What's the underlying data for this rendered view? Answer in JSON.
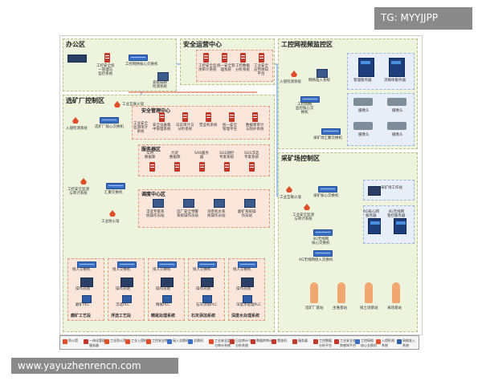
{
  "watermark_top": "TG: MYYJJPP",
  "watermark_bottom": "www.yayuzhenrencn.com",
  "zones": {
    "office": "办公区",
    "security_center": "安全运营中心",
    "ics_video": "工控网视频监控区",
    "plant_control": "选矿厂控制区",
    "security_manage_sub": "安全管理中心",
    "service_zone": "服务器区",
    "dispatch_center": "调度中心区",
    "mining_control": "采矿场控制区"
  },
  "office": {
    "server_label": "工控安全统\n一管理与\n监控系统",
    "core_switch": "工控网络核心交换机",
    "office_pc": "高级威胁\n检测系统"
  },
  "security_center": {
    "items": [
      "工控安全监\n测审计系统",
      "统一安全管\n理系统",
      "工控数据\n分析系统",
      "工业安全\n态势感知\n平台"
    ]
  },
  "ics_video": {
    "ids": "入侵检测系统",
    "core": "网络准入系统",
    "monitor": "工控网络\n监控核心交\n换机",
    "nvr1": "管理服务器",
    "nvr2": "流媒体服务器",
    "cam_label": "摄像头",
    "cam_switch": "采矿场汇聚交换机"
  },
  "plant_control": {
    "ids": "入侵检测系统",
    "core_switch": "选矿厂核心交换机",
    "fw_top": "工业互联火墙",
    "mgmt": "工业安全\n监测审计\n系统",
    "sec_items": [
      "安全设备集\n中管理系统",
      "日志审计与\n分析系统",
      "堡垒机系统",
      "统一安全\n管理平台",
      "数据库审计\n与防护系统"
    ],
    "service_items": [
      "实时\n数据库",
      "历史\n数据库",
      "SAS服务\n器",
      "SGS测控\n专家系统",
      "SGS浮选\n专家系统"
    ],
    "audit": "工控安全监测\n与审计系统",
    "agg_switch": "汇聚交换机",
    "fw_mid": "工业防火墙",
    "dispatch_items": [
      "浮选专家系\n统操作员站",
      "选厂安全预警\n系统操作员站",
      "浓密机水系\n统操作员站",
      "磨矿系统操\n作员站"
    ],
    "workshops": [
      "磨矿工艺段",
      "浮选工艺段",
      "精尾处理系统",
      "石灰添加系统",
      "深度水处理系统"
    ],
    "access_switch": "接入交换机",
    "hmi": "操作员站",
    "plc_labels": [
      "磨矿PLC",
      "浮选PLC",
      "精尾PLC",
      "石灰添加PLC",
      "深度水处理PLC"
    ]
  },
  "mining_control": {
    "fw": "工业互联火墙",
    "audit": "工业安全监测\n与审计系统",
    "core_switch": "采矿核心交换机",
    "workstation": "采矿场工作站",
    "server1": "4G核心网\n服务器",
    "server2": "4G无线网\n管控服务器",
    "ring": "4G无线网\n核心交换机",
    "access": "4G无线网接入交换机",
    "towers": [
      "选矿厂基站",
      "主堆基站",
      "排土场基站",
      "采场基站"
    ]
  },
  "legend": [
    "防火墙",
    "一体化管理\n服务器",
    "工业防火墙",
    "工业入侵检测",
    "工控安全审计",
    "接入交换机",
    "交换机",
    "工业安全监测\n与审计系统",
    "日志审计与\n分析系统",
    "数据库审计",
    "堡垒机",
    "服务器",
    "工控数据\n分析平台",
    "工业安全态\n势感知平台",
    "工控网络\n核心交换机",
    "入侵检测\n系统",
    "网络准入\n系统"
  ],
  "colors": {
    "zone_bg": "#eef3dd",
    "sub_bg": "#fbe6dc",
    "accent": "#e04e2a",
    "switch": "#3a6fc4",
    "line": "#4a8fd9"
  }
}
